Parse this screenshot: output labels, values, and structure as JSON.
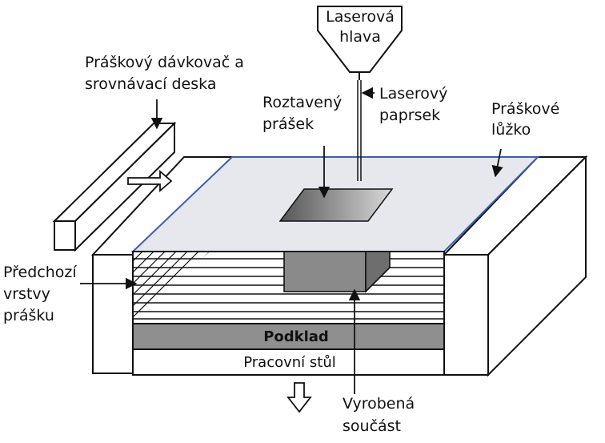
{
  "labels": {
    "laser_head": [
      "Laserová",
      "hlava"
    ],
    "laser_beam": [
      "Laserový",
      "paprsek"
    ],
    "powder_feeder": [
      "Práškový dávkovač a",
      "srovnávací deska"
    ],
    "melted_powder": [
      "Roztavený",
      "prášek"
    ],
    "powder_bed": [
      "Práškové",
      "lůžko"
    ],
    "previous_layers": [
      "Předchozí",
      "vrstvy",
      "prášku"
    ],
    "substrate": "Podklad",
    "work_table": "Pracovní stůl",
    "manufactured_part": [
      "Vyrobená",
      "součást"
    ]
  },
  "colors": {
    "outline": "#111111",
    "bed_surface": "#e6e8ee",
    "bed_edge": "#3b5fb0",
    "substrate": "#8f8f8f",
    "part": "#8a8a8a",
    "melt_light": "#d8d8d8",
    "melt_dark": "#555555"
  }
}
